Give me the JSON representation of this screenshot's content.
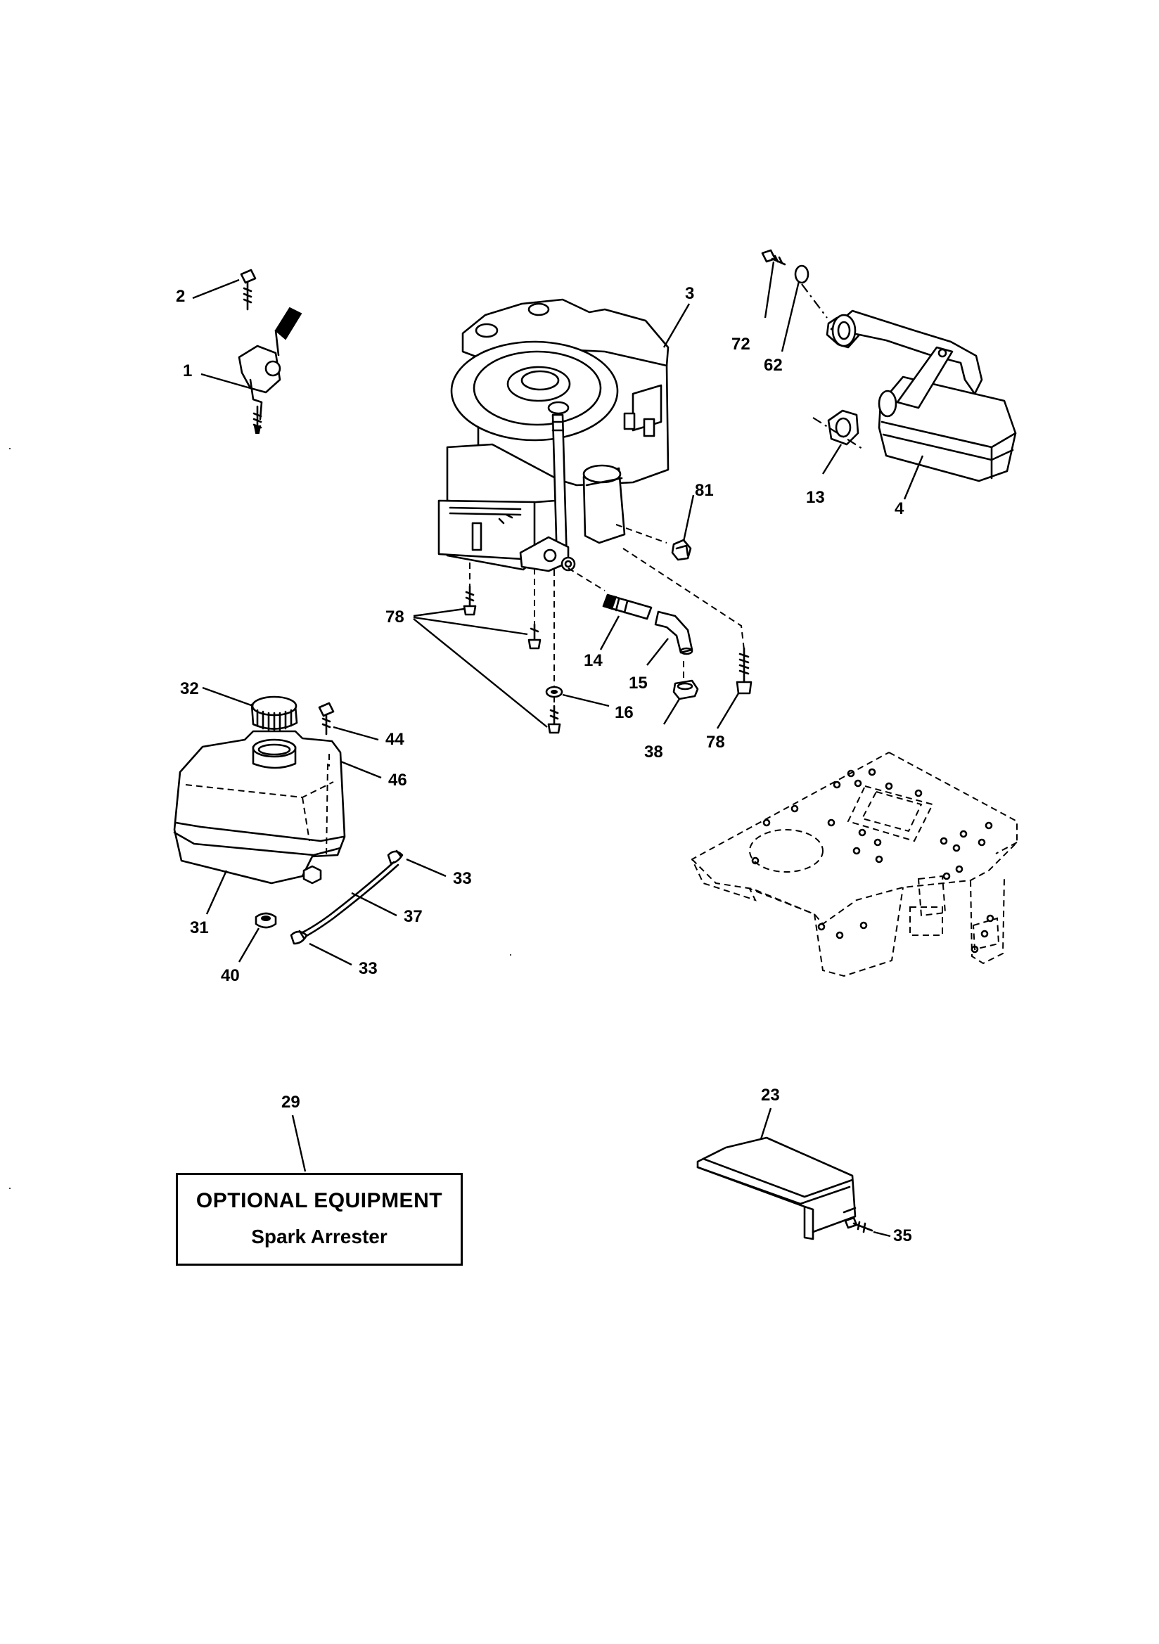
{
  "callouts": [
    {
      "id": "c2",
      "text": "2"
    },
    {
      "id": "c1",
      "text": "1"
    },
    {
      "id": "c3",
      "text": "3"
    },
    {
      "id": "c72",
      "text": "72"
    },
    {
      "id": "c62",
      "text": "62"
    },
    {
      "id": "c13",
      "text": "13"
    },
    {
      "id": "c4",
      "text": "4"
    },
    {
      "id": "c81",
      "text": "81"
    },
    {
      "id": "c78a",
      "text": "78"
    },
    {
      "id": "c14",
      "text": "14"
    },
    {
      "id": "c15",
      "text": "15"
    },
    {
      "id": "c16",
      "text": "16"
    },
    {
      "id": "c38",
      "text": "38"
    },
    {
      "id": "c78b",
      "text": "78"
    },
    {
      "id": "c32",
      "text": "32"
    },
    {
      "id": "c44",
      "text": "44"
    },
    {
      "id": "c46",
      "text": "46"
    },
    {
      "id": "c33a",
      "text": "33"
    },
    {
      "id": "c37",
      "text": "37"
    },
    {
      "id": "c31",
      "text": "31"
    },
    {
      "id": "c40",
      "text": "40"
    },
    {
      "id": "c33b",
      "text": "33"
    },
    {
      "id": "c29",
      "text": "29"
    },
    {
      "id": "c23",
      "text": "23"
    },
    {
      "id": "c35",
      "text": "35"
    }
  ],
  "optional_box": {
    "heading": "OPTIONAL EQUIPMENT",
    "item": "Spark Arrester"
  }
}
